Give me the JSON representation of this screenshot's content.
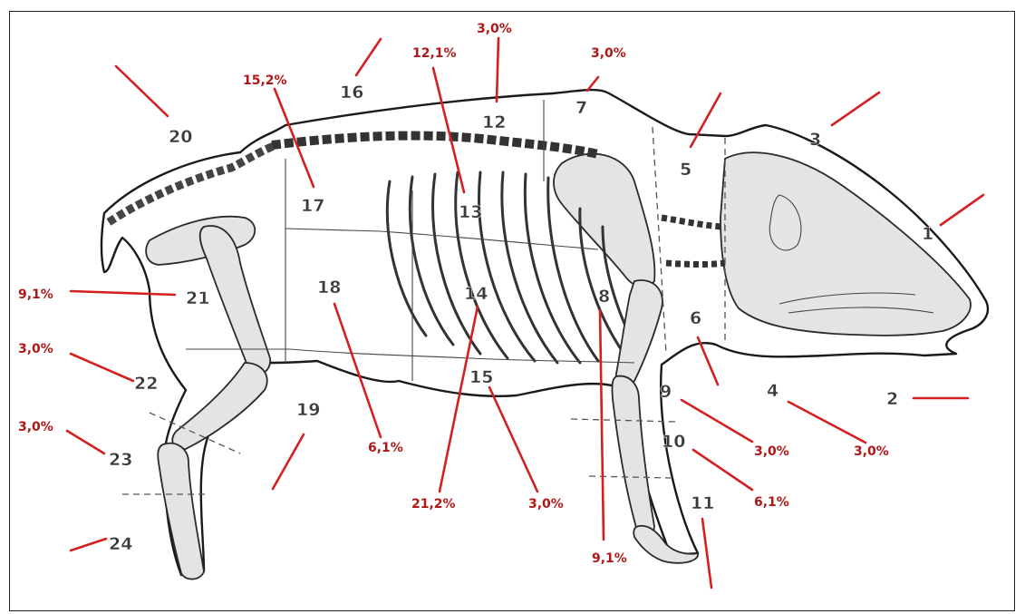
{
  "labels": {
    "l1": "1",
    "l2": "2",
    "l3": "3",
    "l4": "4",
    "l5": "5",
    "l6": "6",
    "l7": "7",
    "l8": "8",
    "l9": "9",
    "l10": "10",
    "l11": "11",
    "l12": "12",
    "l13": "13",
    "l14": "14",
    "l15": "15",
    "l16": "16",
    "l17": "17",
    "l18": "18",
    "l19": "19",
    "l20": "20",
    "l21": "21",
    "l22": "22",
    "l23": "23",
    "l24": "24"
  },
  "percentages": {
    "p12": "3,0%",
    "p7": "3,0%",
    "p13": "12,1%",
    "p17": "15,2%",
    "p21": "9,1%",
    "p22": "3,0%",
    "p23": "3,0%",
    "p18": "6,1%",
    "p14": "21,2%",
    "p15": "3,0%",
    "p8": "9,1%",
    "p9": "3,0%",
    "p4": "3,0%",
    "p10": "6,1%"
  },
  "colors": {
    "percent_text": "#b01818",
    "leader_line": "#d42020",
    "label_text": "#3a3a3a"
  }
}
